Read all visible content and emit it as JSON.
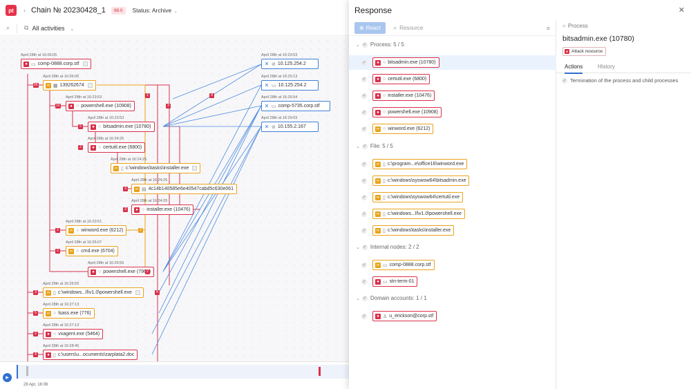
{
  "header": {
    "logo": "pt",
    "chain_title": "Chain № 20230428_1",
    "score": "98.0",
    "status": "Status: Archive"
  },
  "filter": {
    "activities_label": "All activities"
  },
  "graph": {
    "nodes": [
      {
        "label": "comp-0888.corp.stf",
        "ts": "April 28th at 16:06:05",
        "color": "red",
        "icon": "host-icon"
      },
      {
        "label": "139262674",
        "ts": "April 28th at 16:06:05",
        "color": "orange",
        "icon": "grid-icon"
      },
      {
        "label": "powershell.exe (10908)",
        "ts": "April 28th at 16:23:53",
        "color": "red",
        "icon": "process-icon"
      },
      {
        "label": "bitsadmin.exe (10780)",
        "ts": "April 28th at 16:23:53",
        "color": "red",
        "icon": "process-icon"
      },
      {
        "label": "certutil.exe (6800)",
        "ts": "April 28th at 16:24:25",
        "color": "red",
        "icon": "process-icon"
      },
      {
        "label": "c:\\windows\\tasks\\installer.exe",
        "ts": "April 28th at 16:24:25",
        "color": "orange",
        "icon": "file-icon"
      },
      {
        "label": "4c14b140585e6e40547cabd5c630e061",
        "ts": "April 28th at 16:24:25",
        "color": "orange",
        "icon": "hash-icon"
      },
      {
        "label": "installer.exe (10476)",
        "ts": "April 28th at 16:24:25",
        "color": "red",
        "icon": "process-icon"
      },
      {
        "label": "winword.exe (6212)",
        "ts": "April 28th at 16:23:51",
        "color": "orange",
        "icon": "process-icon"
      },
      {
        "label": "cmd.exe (6704)",
        "ts": "April 28th at 16:26:07",
        "color": "orange",
        "icon": "process-icon"
      },
      {
        "label": "powershell.exe (7968)",
        "ts": "April 28th at 16:26:55",
        "color": "red",
        "icon": "process-icon"
      },
      {
        "label": "c:\\windows...ll\\v1.0\\powershell.exe",
        "ts": "April 28th at 16:26:55",
        "color": "orange",
        "icon": "file-icon"
      },
      {
        "label": "lsass.exe (776)",
        "ts": "April 28th at 16:27:13",
        "color": "orange",
        "icon": "process-icon"
      },
      {
        "label": "vxagent.exe (5464)",
        "ts": "April 28th at 16:27:13",
        "color": "red",
        "icon": "process-icon"
      },
      {
        "label": "c:\\users\\u...ocuments\\zarplata2.doc",
        "ts": "April 28th at 16:28:45",
        "color": "red",
        "icon": "file-icon"
      },
      {
        "label": "10.125.254.2",
        "ts": "April 28th at 16:23:53",
        "color": "blue",
        "icon": "block-icon"
      },
      {
        "label": "10.125.254.2",
        "ts": "April 28th at 16:25:13",
        "color": "blue",
        "icon": "host-icon"
      },
      {
        "label": "comp-5735.corp.stf",
        "ts": "April 28th at 16:26:54",
        "color": "blue",
        "icon": "host-icon"
      },
      {
        "label": "10.155.2.167",
        "ts": "April 28th at 16:29:03",
        "color": "blue",
        "icon": "block-icon"
      }
    ],
    "badges": [
      "56",
      "2",
      "10",
      "3",
      "5",
      "2",
      "4",
      "3",
      "3",
      "2",
      "2",
      "2",
      "2",
      "3",
      "4",
      "5",
      "2",
      "4"
    ]
  },
  "timeline": {
    "date_label": "28 Apr, 16:06"
  },
  "panel": {
    "title": "Response",
    "react_label": "React",
    "resource_placeholder": "Resource",
    "groups": [
      {
        "title": "Process: 5 / 5",
        "items": [
          {
            "label": "bitsadmin.exe (10780)",
            "color": "red",
            "selected": true
          },
          {
            "label": "certutil.exe (6800)",
            "color": "red"
          },
          {
            "label": "installer.exe (10476)",
            "color": "red"
          },
          {
            "label": "powershell.exe (10908)",
            "color": "red"
          },
          {
            "label": "winword.exe (6212)",
            "color": "orange"
          }
        ]
      },
      {
        "title": "File: 5 / 5",
        "items": [
          {
            "label": "c:\\program...e\\office16\\winword.exe",
            "color": "orange"
          },
          {
            "label": "c:\\windows\\syswow64\\bitsadmin.exe",
            "color": "orange"
          },
          {
            "label": "c:\\windows\\syswow64\\certutil.exe",
            "color": "orange"
          },
          {
            "label": "c:\\windows...ll\\v1.0\\powershell.exe",
            "color": "orange"
          },
          {
            "label": "c:\\windows\\tasks\\installer.exe",
            "color": "orange"
          }
        ]
      },
      {
        "title": "Internal nodes: 2 / 2",
        "items": [
          {
            "label": "comp-0888.corp.stf",
            "color": "orange"
          },
          {
            "label": "stn-term-01",
            "color": "red"
          }
        ]
      },
      {
        "title": "Domain accounts: 1 / 1",
        "items": [
          {
            "label": "u_erickson@corp.stf",
            "color": "red"
          }
        ]
      }
    ],
    "detail": {
      "type": "Process",
      "name": "bitsadmin.exe (10780)",
      "tag": "Attack resource",
      "tabs": [
        "Actions",
        "History"
      ],
      "action": "Termination of the process and child processes"
    }
  }
}
